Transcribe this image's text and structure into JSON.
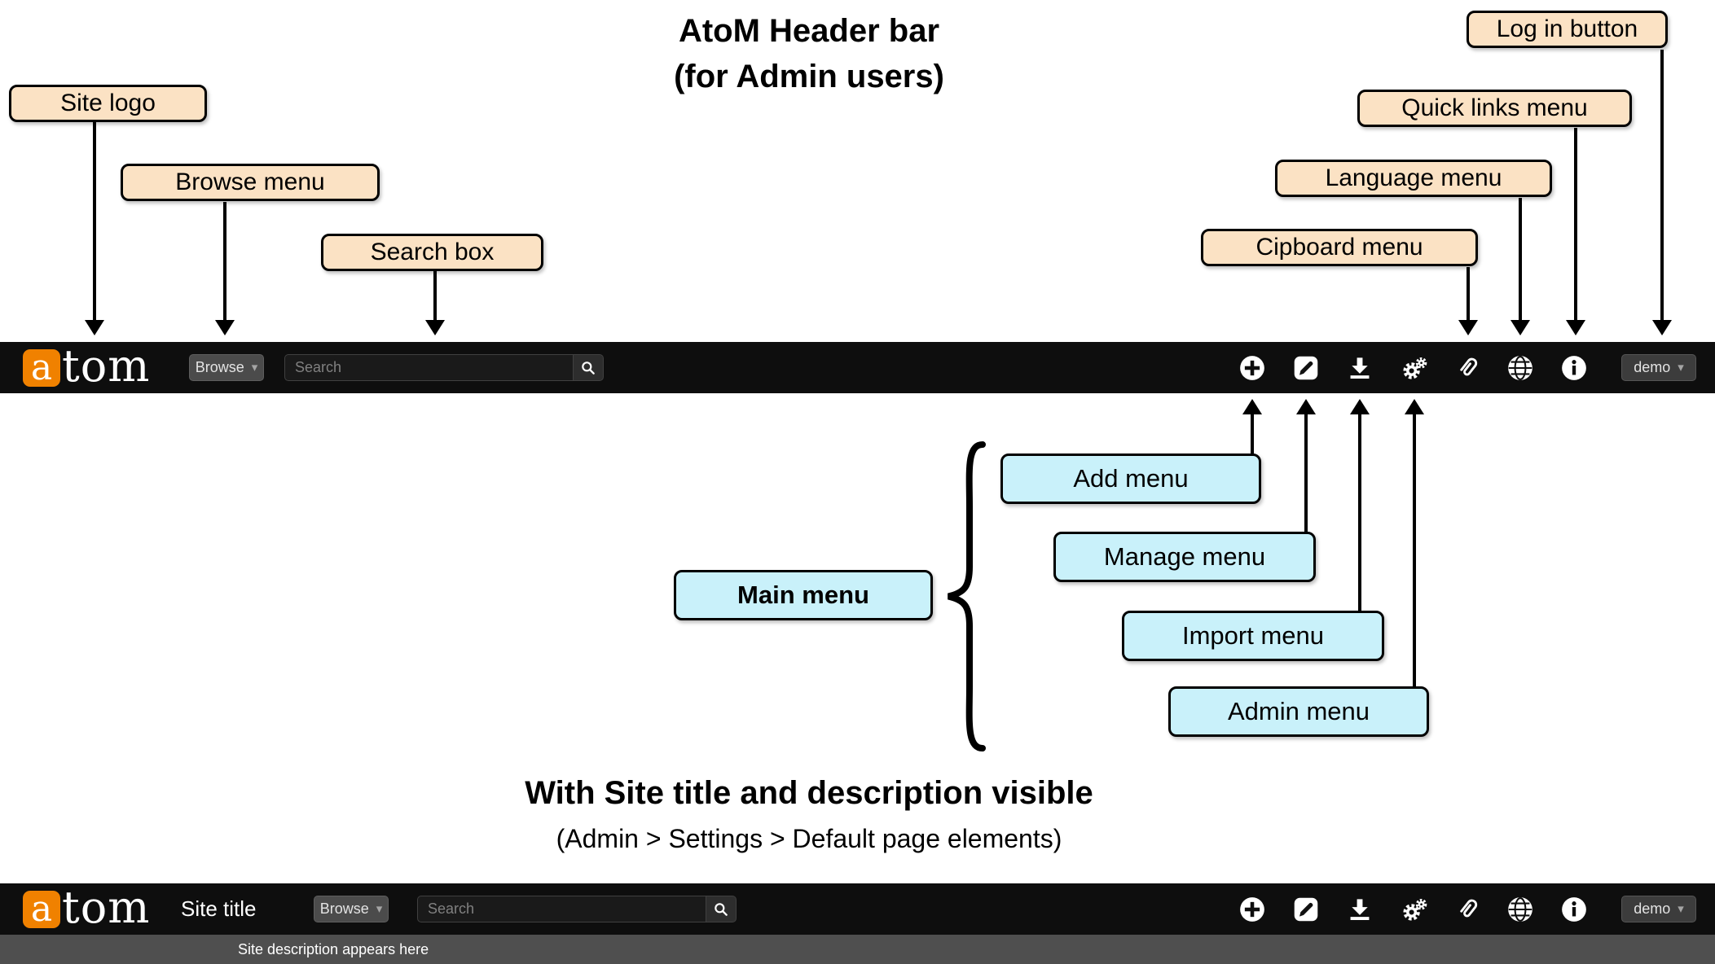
{
  "diagram": {
    "title_line1": "AtoM Header bar",
    "title_line2": "(for Admin users)",
    "section2_title": "With Site title and description visible",
    "section2_subtitle": "(Admin > Settings > Default page elements)",
    "callouts": {
      "site_logo": "Site logo",
      "browse_menu": "Browse menu",
      "search_box": "Search box",
      "clipboard_menu": "Cipboard menu",
      "language_menu": "Language menu",
      "quick_links_menu": "Quick links menu",
      "log_in_button": "Log in button",
      "add_menu": "Add menu",
      "manage_menu": "Manage menu",
      "import_menu": "Import menu",
      "admin_menu": "Admin menu",
      "main_menu": "Main menu"
    }
  },
  "header": {
    "logo": {
      "a": "a",
      "rest": "tom"
    },
    "browse_label": "Browse",
    "search_placeholder": "Search",
    "user_label": "demo",
    "icons": {
      "add": "add-icon",
      "edit": "edit-icon",
      "import": "import-icon",
      "admin": "gears-icon",
      "clipboard": "paperclip-icon",
      "language": "globe-icon",
      "quick_links": "info-icon"
    }
  },
  "site_header": {
    "site_title": "Site title",
    "site_description": "Site description appears here"
  },
  "glyphs": {
    "caret_down": "▾"
  },
  "colors": {
    "callout_peach": "#fbe2c4",
    "callout_cyan": "#c9f1fa",
    "header_bg": "#0e0e0e",
    "logo_orange": "#f08100",
    "description_bar": "#4f4f4f"
  }
}
